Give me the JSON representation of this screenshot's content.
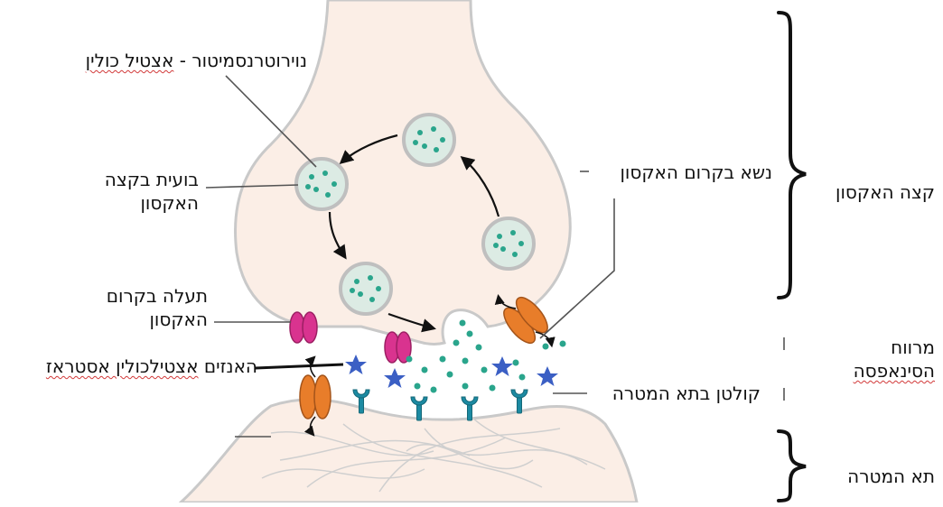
{
  "labels": {
    "neurotransmitter_prefix": "נוירוטרנסמיטור - ",
    "neurotransmitter_name": "אצטיל כולין",
    "vesicle_line1": "בועית בקצה",
    "vesicle_line2": "האקסון",
    "channel_line1": "תעלה בקרום",
    "channel_line2": "האקסון",
    "enzyme_prefix": "האנזים ",
    "enzyme_name": "אצטילכולין אסטראז",
    "transporter": "נשא בקרום האקסון",
    "receptor": "קולטן בתא המטרה",
    "region_axon": "קצה האקסון",
    "region_cleft_line1": "מרווח",
    "region_cleft_line2": "הסינאפסה",
    "region_target": "תא המטרה"
  },
  "colors": {
    "membrane": "#fbeee6",
    "vesicle_fill": "#dcebe4",
    "neurotransmitter": "#2aa58c",
    "channel": "#d9338f",
    "transporter": "#e87d2a",
    "receptor": "#1c8aa2",
    "enzyme": "#3b5fc4",
    "outline": "#c9c9c9"
  },
  "icons": [
    "vesicle-icon",
    "ion-channel-icon",
    "transporter-icon",
    "receptor-icon",
    "enzyme-star-icon",
    "neurotransmitter-dot-icon"
  ]
}
